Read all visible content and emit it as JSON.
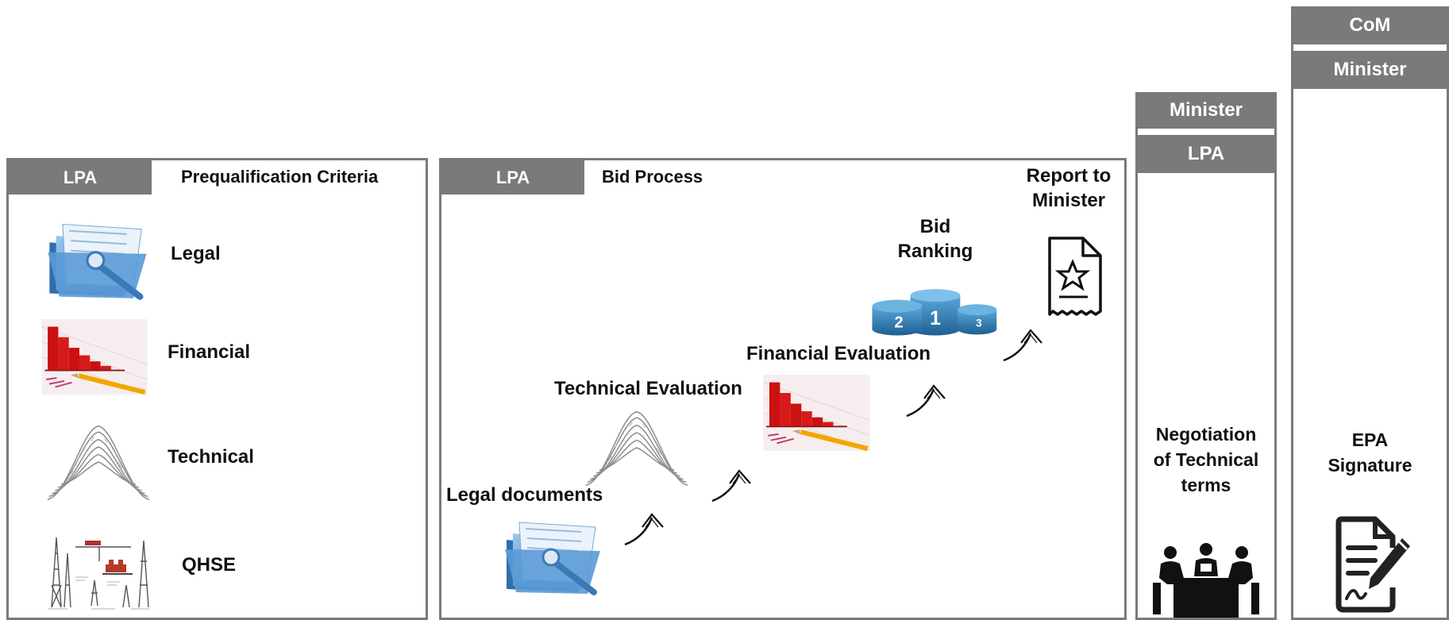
{
  "panel1": {
    "tab": "LPA",
    "title": "Prequalification  Criteria",
    "items": [
      {
        "label": "Legal",
        "icon": "folder-document-icon"
      },
      {
        "label": "Financial",
        "icon": "bar-chart-pencil-icon"
      },
      {
        "label": "Technical",
        "icon": "geological-fold-icon"
      },
      {
        "label": "QHSE",
        "icon": "oil-rig-icon"
      }
    ]
  },
  "panel2": {
    "tab": "LPA",
    "title": "Bid Process",
    "steps": {
      "legal": "Legal documents",
      "technical": "Technical Evaluation",
      "financial": "Financial Evaluation",
      "ranking_line1": "Bid",
      "ranking_line2": "Ranking",
      "report_line1": "Report to",
      "report_line2": "Minister"
    }
  },
  "panel3": {
    "bar_top": "Minister",
    "bar_bottom": "LPA",
    "line1": "Negotiation",
    "line2": "of Technical",
    "line3": "terms"
  },
  "panel4": {
    "bar_top": "CoM",
    "bar_bottom": "Minister",
    "line1": "EPA",
    "line2": "Signature"
  },
  "colors": {
    "tab": "#7a7a7a",
    "folder_blue": "#4f8fcf",
    "chart_red": "#cc1111",
    "pencil_orange": "#f2a600",
    "podium_blue": "#2f7fb8"
  }
}
